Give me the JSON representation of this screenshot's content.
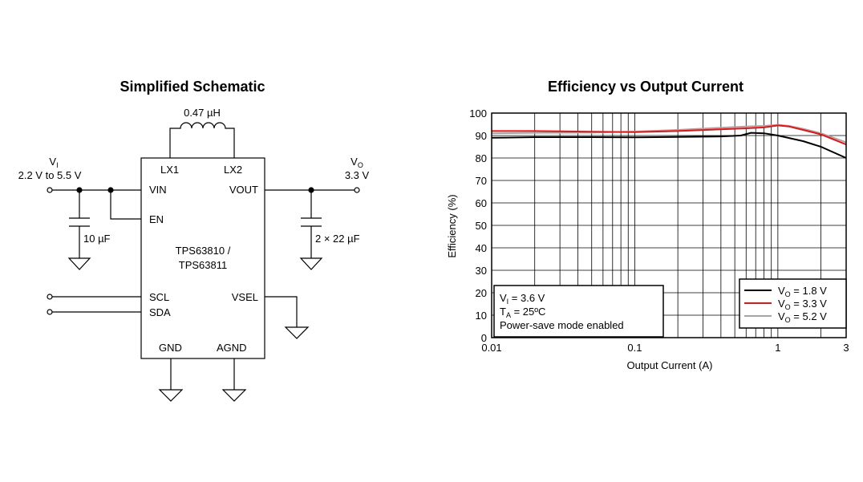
{
  "schematic": {
    "title": "Simplified Schematic",
    "inductor_label": "0.47 µH",
    "input": {
      "symbol": "V",
      "sub": "I",
      "range": "2.2 V to 5.5 V"
    },
    "output": {
      "symbol": "V",
      "sub": "O",
      "value": "3.3 V"
    },
    "cin_label": "10 µF",
    "cout_label": "2 × 22 µF",
    "ic": {
      "name_line1": "TPS63810 /",
      "name_line2": "TPS63811",
      "pins": {
        "lx1": "LX1",
        "lx2": "LX2",
        "vin": "VIN",
        "vout": "VOUT",
        "en": "EN",
        "scl": "SCL",
        "sda": "SDA",
        "vsel": "VSEL",
        "gnd": "GND",
        "agnd": "AGND"
      }
    }
  },
  "chart_data": {
    "type": "line",
    "title": "Efficiency vs Output Current",
    "xlabel": "Output Current (A)",
    "ylabel": "Efficiency (%)",
    "xscale": "log",
    "xlim": [
      0.01,
      3
    ],
    "ylim": [
      0,
      100
    ],
    "x_ticks": [
      {
        "value": 0.01,
        "label": "0.01"
      },
      {
        "value": 0.1,
        "label": "0.1"
      },
      {
        "value": 1,
        "label": "1"
      },
      {
        "value": 3,
        "label": "3"
      }
    ],
    "y_ticks": [
      0,
      10,
      20,
      30,
      40,
      50,
      60,
      70,
      80,
      90,
      100
    ],
    "grid": true,
    "legend_position": "bottom-right",
    "conditions": {
      "line1": {
        "symbol": "V",
        "sub": "I",
        "text": " = 3.6 V"
      },
      "line2": {
        "symbol": "T",
        "sub": "A",
        "text": " = 25ºC"
      },
      "line3": "Power-save mode enabled"
    },
    "series": [
      {
        "name": "V_O = 1.8 V",
        "symbol": "V",
        "sub": "O",
        "text": " = 1.8 V",
        "color": "#000000",
        "x": [
          0.01,
          0.02,
          0.05,
          0.1,
          0.2,
          0.4,
          0.55,
          0.65,
          0.8,
          1.0,
          1.5,
          2.0,
          3.0
        ],
        "y": [
          89,
          89.3,
          89.3,
          89.2,
          89.4,
          89.6,
          90.0,
          91.2,
          91.0,
          90.0,
          87.5,
          85.0,
          80.0
        ]
      },
      {
        "name": "V_O = 3.3 V",
        "symbol": "V",
        "sub": "O",
        "text": " = 3.3 V",
        "color": "#e0161b",
        "x": [
          0.01,
          0.02,
          0.05,
          0.1,
          0.2,
          0.4,
          0.6,
          0.8,
          1.0,
          1.2,
          1.5,
          2.0,
          3.0
        ],
        "y": [
          92,
          92,
          91.7,
          91.5,
          92,
          92.8,
          93.2,
          93.6,
          94.5,
          94.0,
          92.5,
          90.5,
          86.0
        ]
      },
      {
        "name": "V_O = 5.2 V",
        "symbol": "V",
        "sub": "O",
        "text": " = 5.2 V",
        "color": "#a5a5a5",
        "x": [
          0.01,
          0.02,
          0.05,
          0.1,
          0.2,
          0.4,
          0.6,
          0.8,
          1.0,
          1.2,
          1.5,
          2.0,
          3.0
        ],
        "y": [
          91,
          91.2,
          91.3,
          91.8,
          92.5,
          93.5,
          94.0,
          94.3,
          94.8,
          94.3,
          93.0,
          91.0,
          87.0
        ]
      }
    ]
  }
}
